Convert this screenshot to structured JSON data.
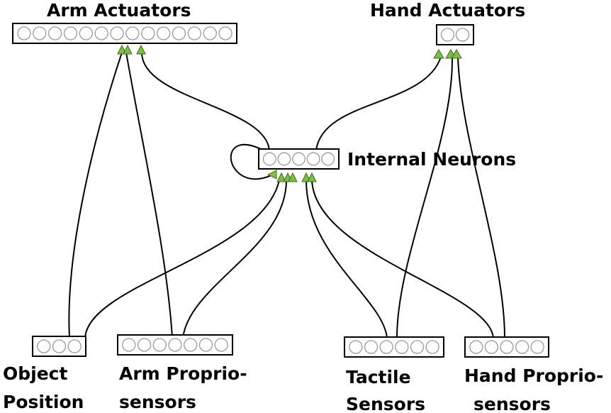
{
  "groups": {
    "arm_actuators": {
      "title": "Arm Actuators",
      "neuron_count": 14
    },
    "hand_actuators": {
      "title": "Hand Actuators",
      "neuron_count": 2
    },
    "internal_neurons": {
      "title": "Internal Neurons",
      "neuron_count": 5
    },
    "object_position": {
      "line1": "Object",
      "line2": "Position",
      "neuron_count": 3
    },
    "arm_proprio": {
      "line1": "Arm Proprio-",
      "line2": "sensors",
      "neuron_count": 7
    },
    "tactile_sensors": {
      "line1": "Tactile",
      "line2": "Sensors",
      "neuron_count": 6
    },
    "hand_proprio": {
      "line1": "Hand Proprio-",
      "line2": "sensors",
      "neuron_count": 5
    }
  },
  "colors": {
    "arrow": "#7cc043",
    "neuron_outline": "#9a9a9a",
    "line": "#000000"
  }
}
